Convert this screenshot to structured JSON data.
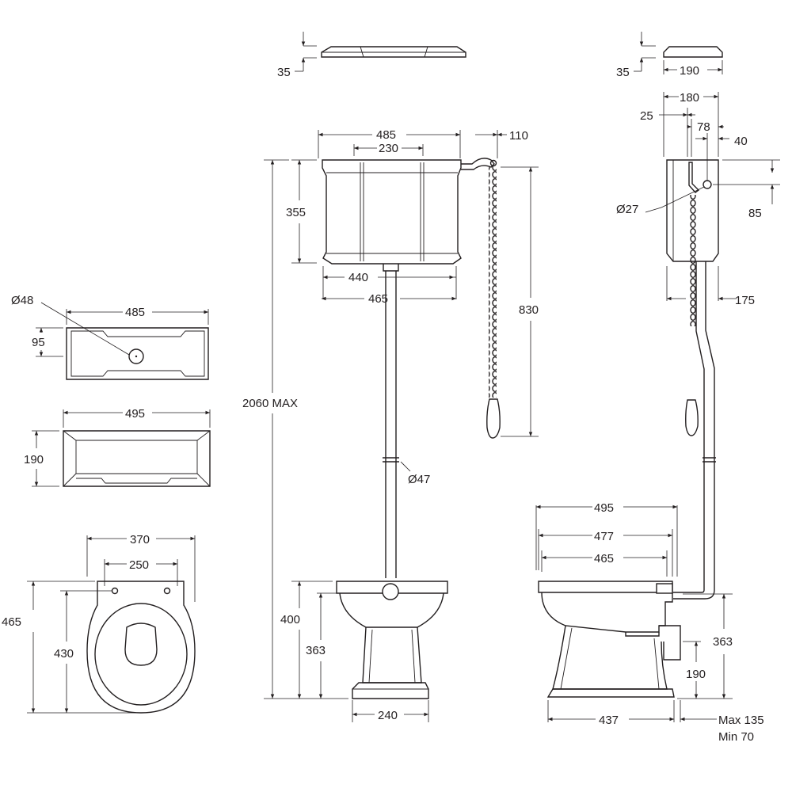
{
  "labels": {
    "lid_front_thk": "35",
    "lid_side_thk": "35",
    "lid_side_w": "190",
    "cis_side_180": "180",
    "cis_side_25": "25",
    "cis_side_78": "78",
    "cis_side_40": "40",
    "cis_side_85": "85",
    "cis_side_d27": "Ø27",
    "cis_side_175": "175",
    "cis_w_485": "485",
    "cis_230": "230",
    "lever_110": "110",
    "cis_h_355": "355",
    "cis_440": "440",
    "cis_465": "465",
    "chain_830": "830",
    "total_h": "2060 MAX",
    "pipe_d47": "Ø47",
    "top_d48": "Ø48",
    "top_485": "485",
    "top_95": "95",
    "lid_495": "495",
    "lid_190": "190",
    "seat_370": "370",
    "seat_250": "250",
    "seat_465": "465",
    "seat_430": "430",
    "pan_400": "400",
    "pan_363": "363",
    "pan_240": "240",
    "side_495": "495",
    "side_477": "477",
    "side_465": "465",
    "side_363": "363",
    "side_190": "190",
    "side_437": "437",
    "side_max": "Max 135",
    "side_min": "Min 70"
  }
}
